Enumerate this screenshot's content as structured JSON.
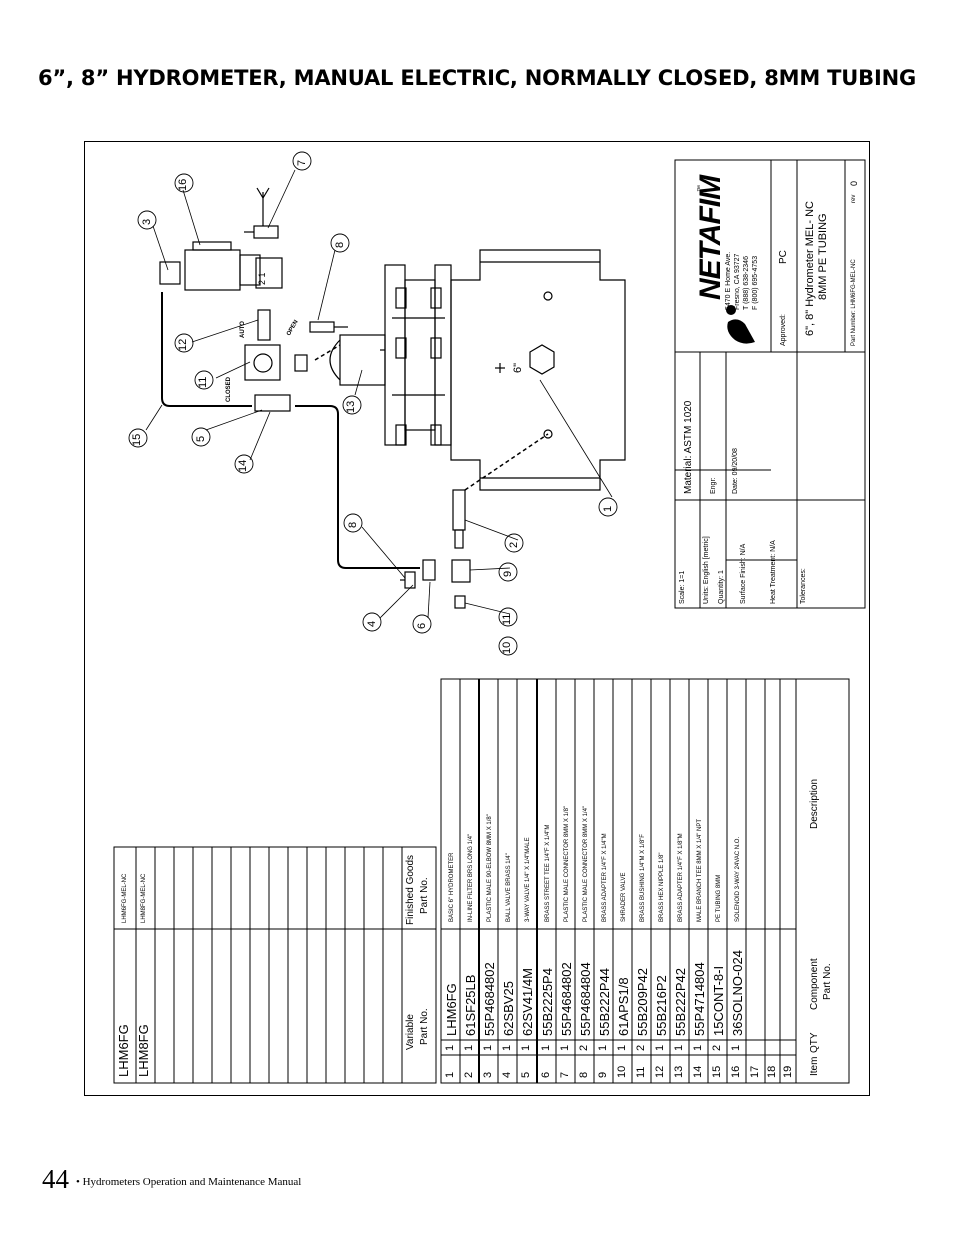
{
  "page_title": "6”, 8” HYDROMETER, MANUAL ELECTRIC, NORMALLY CLOSED, 8MM TUBING",
  "footer": {
    "page_number": "44",
    "manual_name": "• Hydrometers Operation and Maintenance Manual"
  },
  "diagram": {
    "labels": {
      "auto": "AUTO",
      "open": "OPEN",
      "closed": "CLOSED",
      "size": "6\"",
      "solenoid_terminals": "2  1"
    },
    "callouts": [
      "1",
      "2",
      "3",
      "4",
      "5",
      "6",
      "7",
      "8",
      "8",
      "9",
      "10",
      "11",
      "11",
      "12",
      "13",
      "14",
      "15",
      "16"
    ]
  },
  "title_block": {
    "brand": "NETAFIM",
    "tm": "™",
    "address": [
      "5470 E Home Ave.",
      "Fresno, CA 93727",
      "T (888) 638-2346",
      "F (800) 695-4753"
    ],
    "approved": "Approved:",
    "approved_initials": "PC",
    "drawing_title": [
      "6\", 8\" Hydrometer MEL- NC",
      "8MM PE TUBING"
    ],
    "part_number": "Part Number: LHM6FG-MEL-NC",
    "rev_label": "rev",
    "rev_value": "0",
    "material": "Material:  ASTM 1020",
    "engr": "Engr:",
    "date": "Date:  09/20/08",
    "scale": "Scale:  1=1",
    "units": "Units: English [metric]",
    "quantity": "Quantity:  1",
    "surface_finish": "Surface Finish:  N/A",
    "heat_treatment": "Heat Treatment:  N/A",
    "tolerances": "Tolerances:"
  },
  "variable_table": {
    "header_variable": [
      "Variable",
      "Part No."
    ],
    "header_finished": [
      "Finished Goods",
      "Part No."
    ],
    "rows": [
      {
        "variable": "LHM6FG",
        "finished": "LHM6FG-MEL-NC"
      },
      {
        "variable": "LHM8FG",
        "finished": "LHM8FG-MEL-NC"
      }
    ]
  },
  "bom": {
    "header_item": "Item",
    "header_qty": "QTY",
    "header_component": [
      "Component",
      "Part No."
    ],
    "header_description": "Description",
    "rows": [
      {
        "item": "1",
        "qty": "1",
        "part": "LHM6FG",
        "desc": "BASIC 6\" HYDROMETER"
      },
      {
        "item": "2",
        "qty": "1",
        "part": "61SF25LB",
        "desc": "IN-LINE FILTER BRS LONG 1/4\""
      },
      {
        "item": "3",
        "qty": "1",
        "part": "55P4684802",
        "desc": "PLASTIC MALE 90-ELBOW 8MM X 1/8\""
      },
      {
        "item": "4",
        "qty": "1",
        "part": "62SBV25",
        "desc": "BALL VALVE BRASS 1/4\""
      },
      {
        "item": "5",
        "qty": "1",
        "part": "62SV41/4M",
        "desc": "3-WAY VALVE 1/4\" X 1/4\"MALE"
      },
      {
        "item": "6",
        "qty": "1",
        "part": "55B2225P4",
        "desc": "BRASS STREET TEE 1/4\"F X 1/4\"M"
      },
      {
        "item": "7",
        "qty": "1",
        "part": "55P4684802",
        "desc": "PLASTIC MALE CONNECTOR 8MM X 1/8\""
      },
      {
        "item": "8",
        "qty": "2",
        "part": "55P4684804",
        "desc": "PLASTIC MALE CONNECTOR 8MM X 1/4\""
      },
      {
        "item": "9",
        "qty": "1",
        "part": "55B222P44",
        "desc": "BRASS ADAPTER 1/4\"F X 1/4\"M"
      },
      {
        "item": "10",
        "qty": "1",
        "part": "61APS1/8",
        "desc": "SHRADER VALVE"
      },
      {
        "item": "11",
        "qty": "2",
        "part": "55B209P42",
        "desc": "BRASS BUSHING 1/4\"M X 1/8\"F"
      },
      {
        "item": "12",
        "qty": "1",
        "part": "55B216P2",
        "desc": "BRASS HEX NIPPLE 1/8\""
      },
      {
        "item": "13",
        "qty": "1",
        "part": "55B222P42",
        "desc": "BRASS ADAPTER 1/4\"F X 1/8\"M"
      },
      {
        "item": "14",
        "qty": "1",
        "part": "55P4714804",
        "desc": "MALE BRANCH TEE 8MM X 1/4\" NPT"
      },
      {
        "item": "15",
        "qty": "2",
        "part": "15CONT-8-I",
        "desc": "PE TUBING 8MM"
      },
      {
        "item": "16",
        "qty": "1",
        "part": "36SOLNO-024",
        "desc": "SOLENOID 3-WAY 24VAC N.O."
      },
      {
        "item": "17",
        "qty": "",
        "part": "",
        "desc": ""
      },
      {
        "item": "18",
        "qty": "",
        "part": "",
        "desc": ""
      },
      {
        "item": "19",
        "qty": "",
        "part": "",
        "desc": ""
      }
    ]
  }
}
